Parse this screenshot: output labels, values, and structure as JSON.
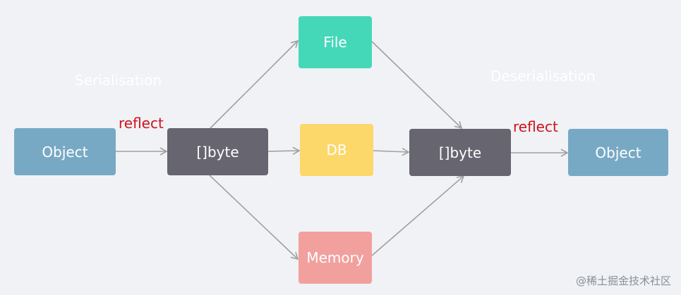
{
  "colors": {
    "background": "#f0f2f5",
    "object_box": "#78a9c4",
    "byte_box": "#676570",
    "file_box": "#45d8b8",
    "db_box": "#fcd769",
    "memory_box": "#f1a09e",
    "arrow": "#a0a0a0",
    "reflect_text": "#d0121b",
    "heading_text": "#ffffff"
  },
  "labels": {
    "serialisation": "Serialisation",
    "deserialisation": "Deserialisation",
    "reflect_left": "reflect",
    "reflect_right": "reflect"
  },
  "nodes": {
    "object_left": "Object",
    "byte_left": "[]byte",
    "file": "File",
    "db": "DB",
    "memory": "Memory",
    "byte_right": "[]byte",
    "object_right": "Object"
  },
  "watermark": "@稀土掘金技术社区"
}
